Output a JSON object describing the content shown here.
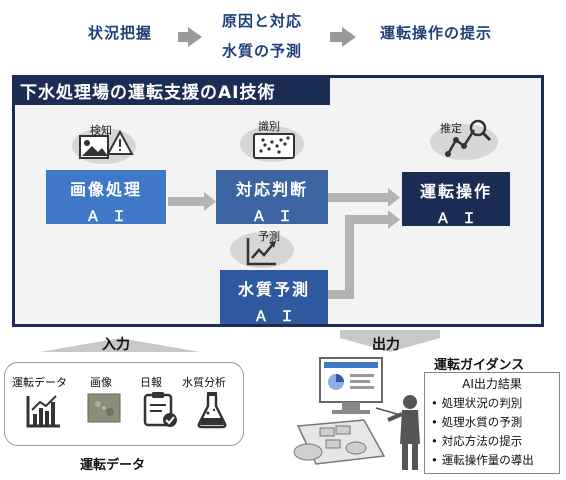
{
  "flow": {
    "step1": "状況把握",
    "step2_line1": "原因と対応",
    "step2_line2": "水質の予測",
    "step3": "運転操作の提示"
  },
  "panel": {
    "title": "下水処理場の運転支援のAI技術"
  },
  "ai_boxes": {
    "image": {
      "name": "画像処理",
      "ai": "ＡＩ",
      "icon_label": "検知"
    },
    "judge": {
      "name": "対応判断",
      "ai": "ＡＩ",
      "icon_label": "識別"
    },
    "quality": {
      "name": "水質予測",
      "ai": "ＡＩ",
      "icon_label": "予測"
    },
    "operation": {
      "name": "運転操作",
      "ai": "ＡＩ",
      "icon_label": "推定"
    }
  },
  "io": {
    "input_label": "入力",
    "output_label": "出力"
  },
  "input_items": [
    "運転データ",
    "画像",
    "日報",
    "水質分析"
  ],
  "input_caption": "運転データ",
  "guidance": {
    "title": "運転ガイダンス",
    "result_title": "AI出力結果",
    "items": [
      "処理状況の判別",
      "処理水質の予測",
      "対応方法の提示",
      "運転操作量の導出"
    ]
  },
  "colors": {
    "navy": "#1b2d55",
    "mid_blue": "#2f5aa0",
    "steel_blue": "#3d64a0",
    "light_blue": "#3f78c6",
    "arrow_gray": "#9a9a9a",
    "text_blue": "#1f3f78"
  },
  "icons": [
    "image-warning-icon",
    "scatter-plot-icon",
    "trend-chart-icon",
    "chart-magnifier-icon",
    "bar-chart-icon",
    "photo-thumbnail-icon",
    "clipboard-check-icon",
    "flask-icon",
    "monitor-presenter-icon"
  ]
}
